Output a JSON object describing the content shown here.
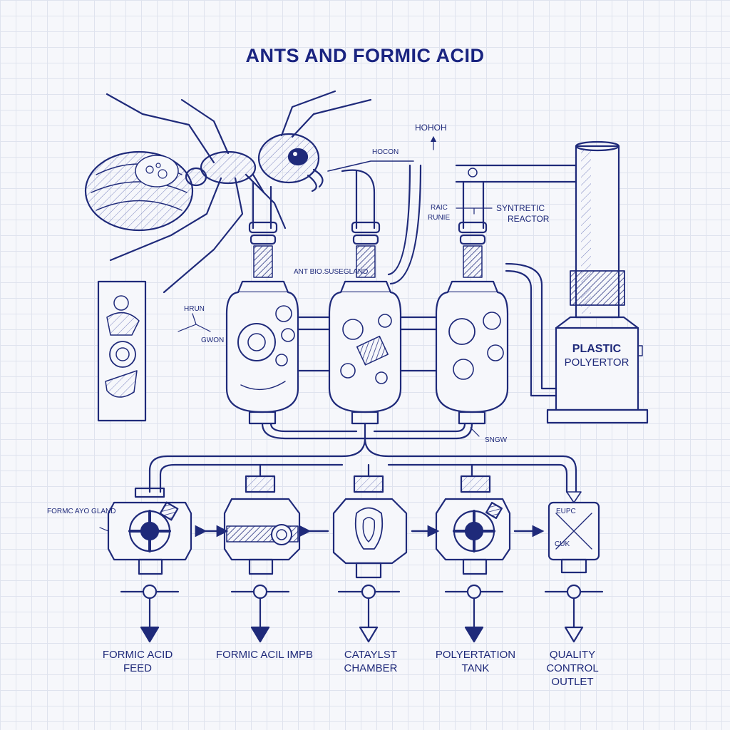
{
  "title": "ANTS AND FORMIC ACID",
  "annotations": {
    "hohoh": "HOHOH",
    "hocon": "HOCON",
    "raic": "RAIC",
    "runie": "RUNIE",
    "synthetic_reactor_1": "SYNTRETIC",
    "synthetic_reactor_2": "REACTOR",
    "ant_bio": "ANT BIO.SUSEGLAND",
    "hrun": "HRUN",
    "gwon": "GWON",
    "sngw": "SNGW",
    "formic_gland": "FORMC AYO GLAND",
    "qc_top": "EUPC",
    "qc_side": "CUK"
  },
  "plastic_unit": {
    "line1": "PLASTIC",
    "line2": "POLYERTOR"
  },
  "stations": [
    {
      "line1": "FORMIC ACID",
      "line2": "FEED"
    },
    {
      "line1": "FORMIC ACIL IMPB",
      "line2": ""
    },
    {
      "line1": "CATAYLST",
      "line2": "CHAMBER"
    },
    {
      "line1": "POLYERTATION",
      "line2": "TANK"
    },
    {
      "line1": "QUALITY",
      "line2": "CONTROL",
      "line3": "OUTLET"
    }
  ],
  "colors": {
    "ink": "#1f2a7a",
    "light_ink": "#5a66b0",
    "grid": "#dfe3ee",
    "paper": "#f6f7fb"
  }
}
